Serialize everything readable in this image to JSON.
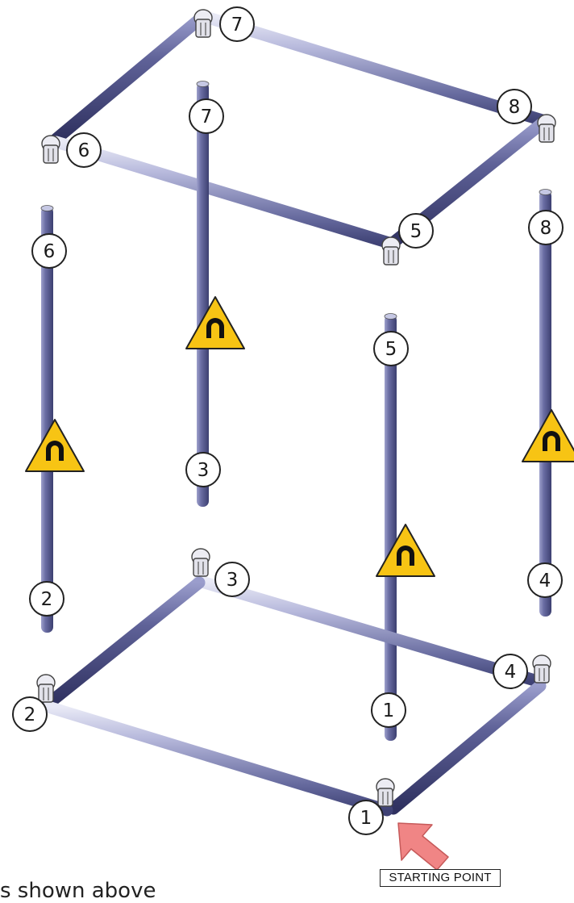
{
  "labels": {
    "top_frame": [
      "7",
      "8",
      "6",
      "5"
    ],
    "upright_tops": [
      "7",
      "6",
      "5",
      "8"
    ],
    "upright_bottoms": [
      "3",
      "2",
      "4",
      "1"
    ],
    "bottom_frame": [
      "3",
      "2",
      "4",
      "1"
    ]
  },
  "start_label": "STARTING POINT",
  "caption": "s shown above",
  "colors": {
    "tube": "#5c5f95",
    "tube_light": "#c4c6e2",
    "connector": "#e6e6ee",
    "warning": "#f7c414",
    "arrow": "#f07c7c"
  },
  "icons": {
    "warning": "magnet-warning-icon",
    "arrow": "start-arrow-icon"
  }
}
